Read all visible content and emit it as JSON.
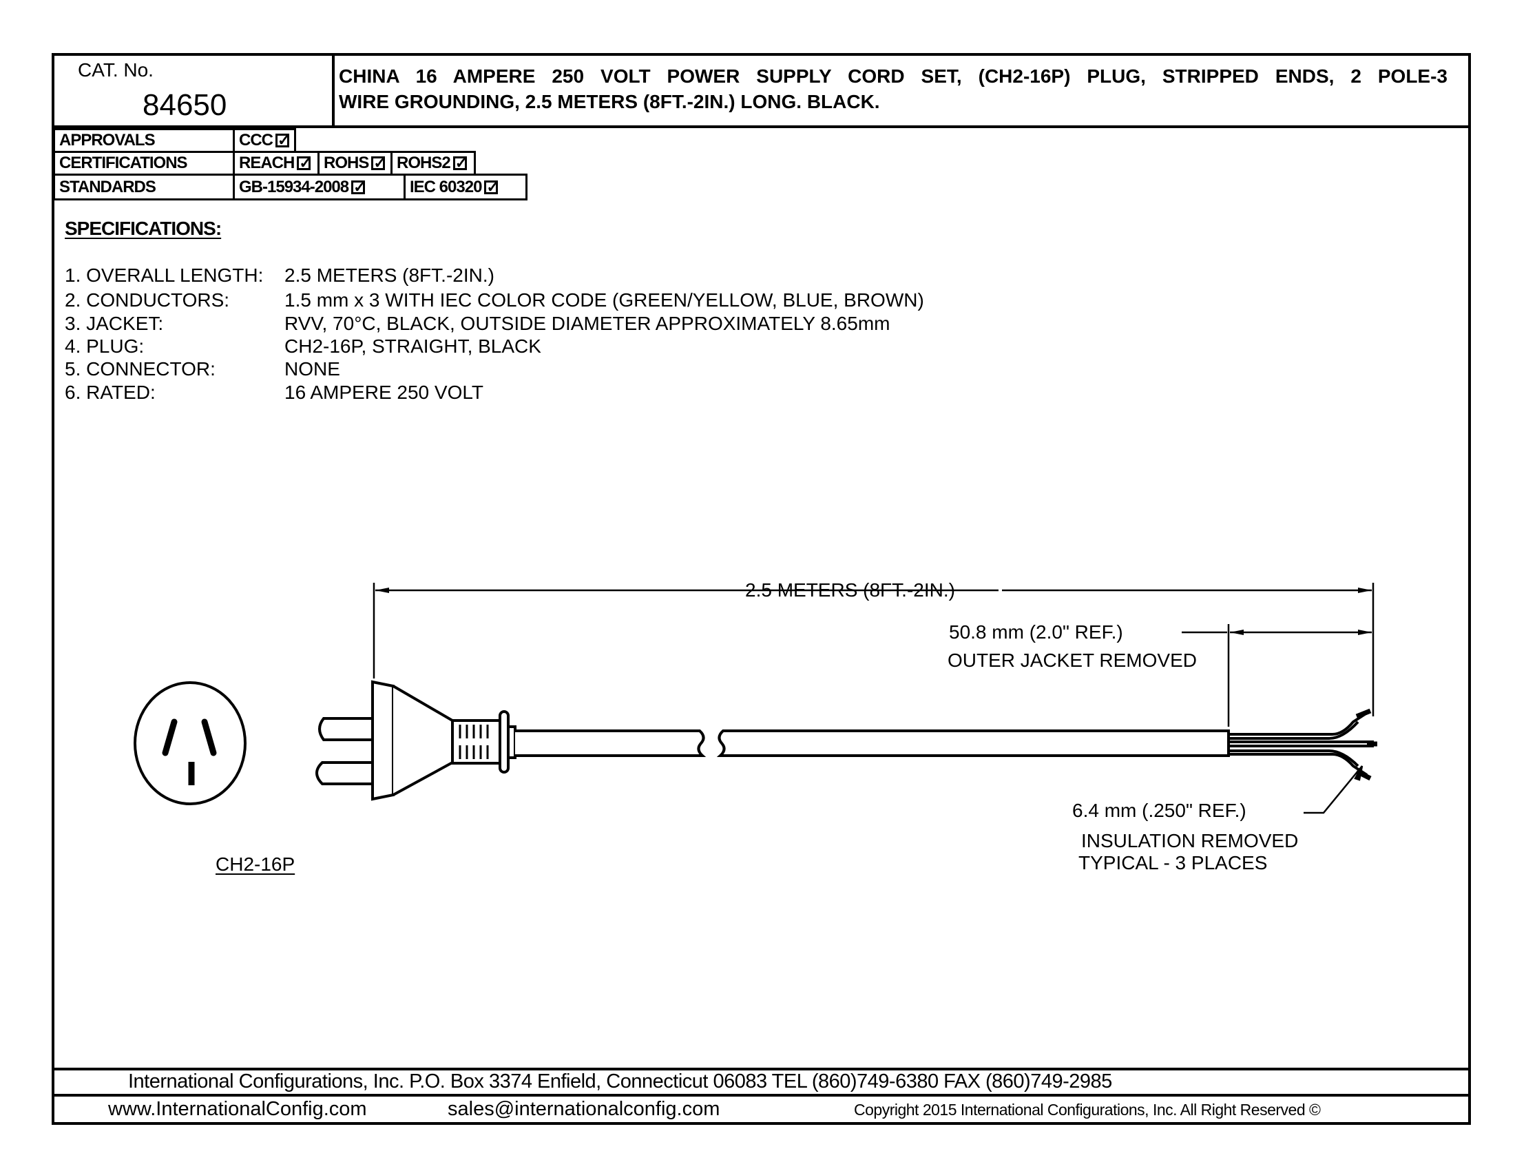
{
  "header": {
    "cat_label": "CAT. No.",
    "cat_number": "84650",
    "description_line1": "CHINA 16 AMPERE 250 VOLT POWER SUPPLY CORD SET, (CH2-16P) PLUG, STRIPPED ENDS, 2 POLE-3",
    "description_line2": "WIRE GROUNDING, 2.5 METERS (8FT.-2IN.) LONG. BLACK."
  },
  "compliance": {
    "approvals": {
      "label": "APPROVALS",
      "items": [
        "CCC"
      ]
    },
    "certifications": {
      "label": "CERTIFICATIONS",
      "items": [
        "REACH",
        "ROHS",
        "ROHS2"
      ]
    },
    "standards": {
      "label": "STANDARDS",
      "items": [
        "GB-15934-2008",
        "IEC 60320"
      ]
    },
    "check_mark": "✓"
  },
  "specifications": {
    "heading": "SPECIFICATIONS:",
    "items": [
      {
        "label": "1.  OVERALL  LENGTH:",
        "value": "2.5  METERS  (8FT.-2IN.)"
      },
      {
        "label": "2.  CONDUCTORS:",
        "value": "1.5  mm  x  3  WITH  IEC  COLOR  CODE  (GREEN/YELLOW,  BLUE,  BROWN)"
      },
      {
        "label": "3.  JACKET:",
        "value": "RVV,  70°C,  BLACK,  OUTSIDE  DIAMETER  APPROXIMATELY    8.65mm"
      },
      {
        "label": "4.  PLUG:",
        "value": "CH2-16P,  STRAIGHT,  BLACK"
      },
      {
        "label": "5.  CONNECTOR:",
        "value": "NONE"
      },
      {
        "label": "6.  RATED:",
        "value": "16  AMPERE  250  VOLT"
      }
    ]
  },
  "drawing": {
    "overall_length": "2.5  METERS  (8FT.-2IN.)",
    "jacket_dim": "50.8  mm  (2.0\"  REF.)",
    "jacket_note": "OUTER  JACKET  REMOVED",
    "insulation_dim": "6.4  mm  (.250\"  REF.)",
    "insulation_note1": "INSULATION  REMOVED",
    "insulation_note2": "TYPICAL  -  3  PLACES",
    "plug_label": "CH2-16P"
  },
  "footer": {
    "address": "International Configurations, Inc.   P.O. Box 3374   Enfield, Connecticut 06083   TEL (860)749-6380   FAX (860)749-2985",
    "website": "www.InternationalConfig.com",
    "email": "sales@internationalconfig.com",
    "copyright": "Copyright 2015 International Configurations, Inc. All Right Reserved ©"
  }
}
